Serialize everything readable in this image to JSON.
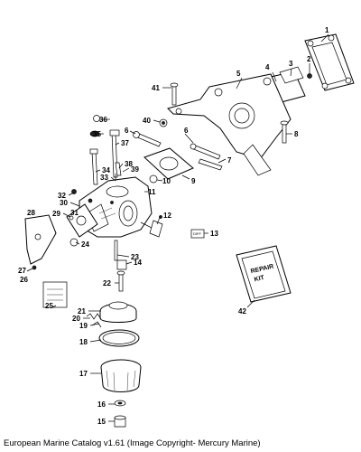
{
  "caption": "European Marine Catalog v1.61 (Image Copyright- Mercury Marine)",
  "repair_kit_label": [
    "REPAIR",
    "KIT"
  ],
  "callouts": [
    "1",
    "2",
    "3",
    "4",
    "5",
    "6",
    "6",
    "7",
    "8",
    "9",
    "10",
    "11",
    "12",
    "13",
    "14",
    "15",
    "16",
    "17",
    "18",
    "19",
    "20",
    "21",
    "22",
    "23",
    "24",
    "25",
    "26",
    "27",
    "28",
    "29",
    "30",
    "31",
    "32",
    "33",
    "34",
    "35",
    "36",
    "37",
    "38",
    "39",
    "40",
    "41",
    "42"
  ]
}
